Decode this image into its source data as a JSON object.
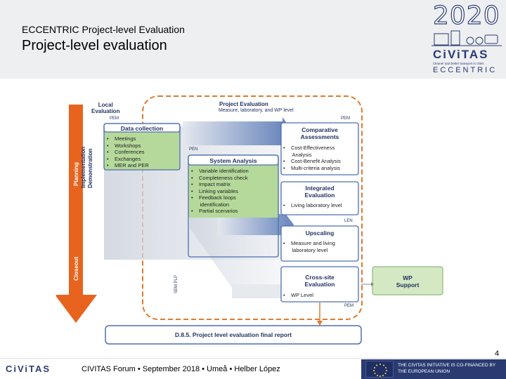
{
  "header": {
    "subtitle": "ECCENTRIC Project-level Evaluation",
    "title": "Project-level evaluation"
  },
  "logo": {
    "year": "2020",
    "name": "CiViTAS",
    "tagline": "Cleaner and better transport in cities",
    "project": "ECCENTRIC"
  },
  "diagram": {
    "local_evaluation": "Local\nEvaluation",
    "project_evaluation": "Project Evaluation",
    "project_evaluation_sub": "Measure, laboratory, and WP level",
    "pem_1": "PEM",
    "pem_2": "PEM",
    "pen": "PEN",
    "len": "LEN",
    "pem_3": "PEM",
    "side_label": "SEM PLP",
    "phases": {
      "planning": "Planning",
      "implementation": "Implementation",
      "demonstration": "Demonstration",
      "closeout": "Closeout"
    },
    "data_collection": {
      "title": "Data collection",
      "items": [
        "Meetings",
        "Workshops",
        "Conferences",
        "Exchanges",
        "MER and PER"
      ]
    },
    "system_analysis": {
      "title": "System Analysis",
      "items": [
        "Variable identification",
        "Completeness check",
        "Impact matrix",
        "Linking variables",
        "Feedback loops",
        "identification",
        "Partial scenarios"
      ]
    },
    "comparative": {
      "title": "Comparative\nAssessments",
      "items": [
        "Cost-Effectiveness",
        "Analysis",
        "Cost-Benefit Analysis",
        "Multi-criteria analysis"
      ]
    },
    "integrated": {
      "title": "Integrated\nEvaluation",
      "items": [
        "Living laboratory level"
      ]
    },
    "upscaling": {
      "title": "Upscaling",
      "items": [
        "Measure and living",
        "laboratory level"
      ]
    },
    "cross_site": {
      "title": "Cross-site\nEvaluation",
      "items": [
        "WP Level"
      ]
    },
    "wp_support": "WP\nSupport",
    "final_report": "D.8.5. Project level evaluation final report"
  },
  "page_number": "4",
  "footer": {
    "logo": "CiViTAS",
    "text": "CIVITAS Forum  •  September 2018  •  Umeå  •  Helber López",
    "eu_text": "THE CIVITAS INITIATIVE IS CO-FINANCED BY\nTHE EUROPEAN UNION"
  }
}
